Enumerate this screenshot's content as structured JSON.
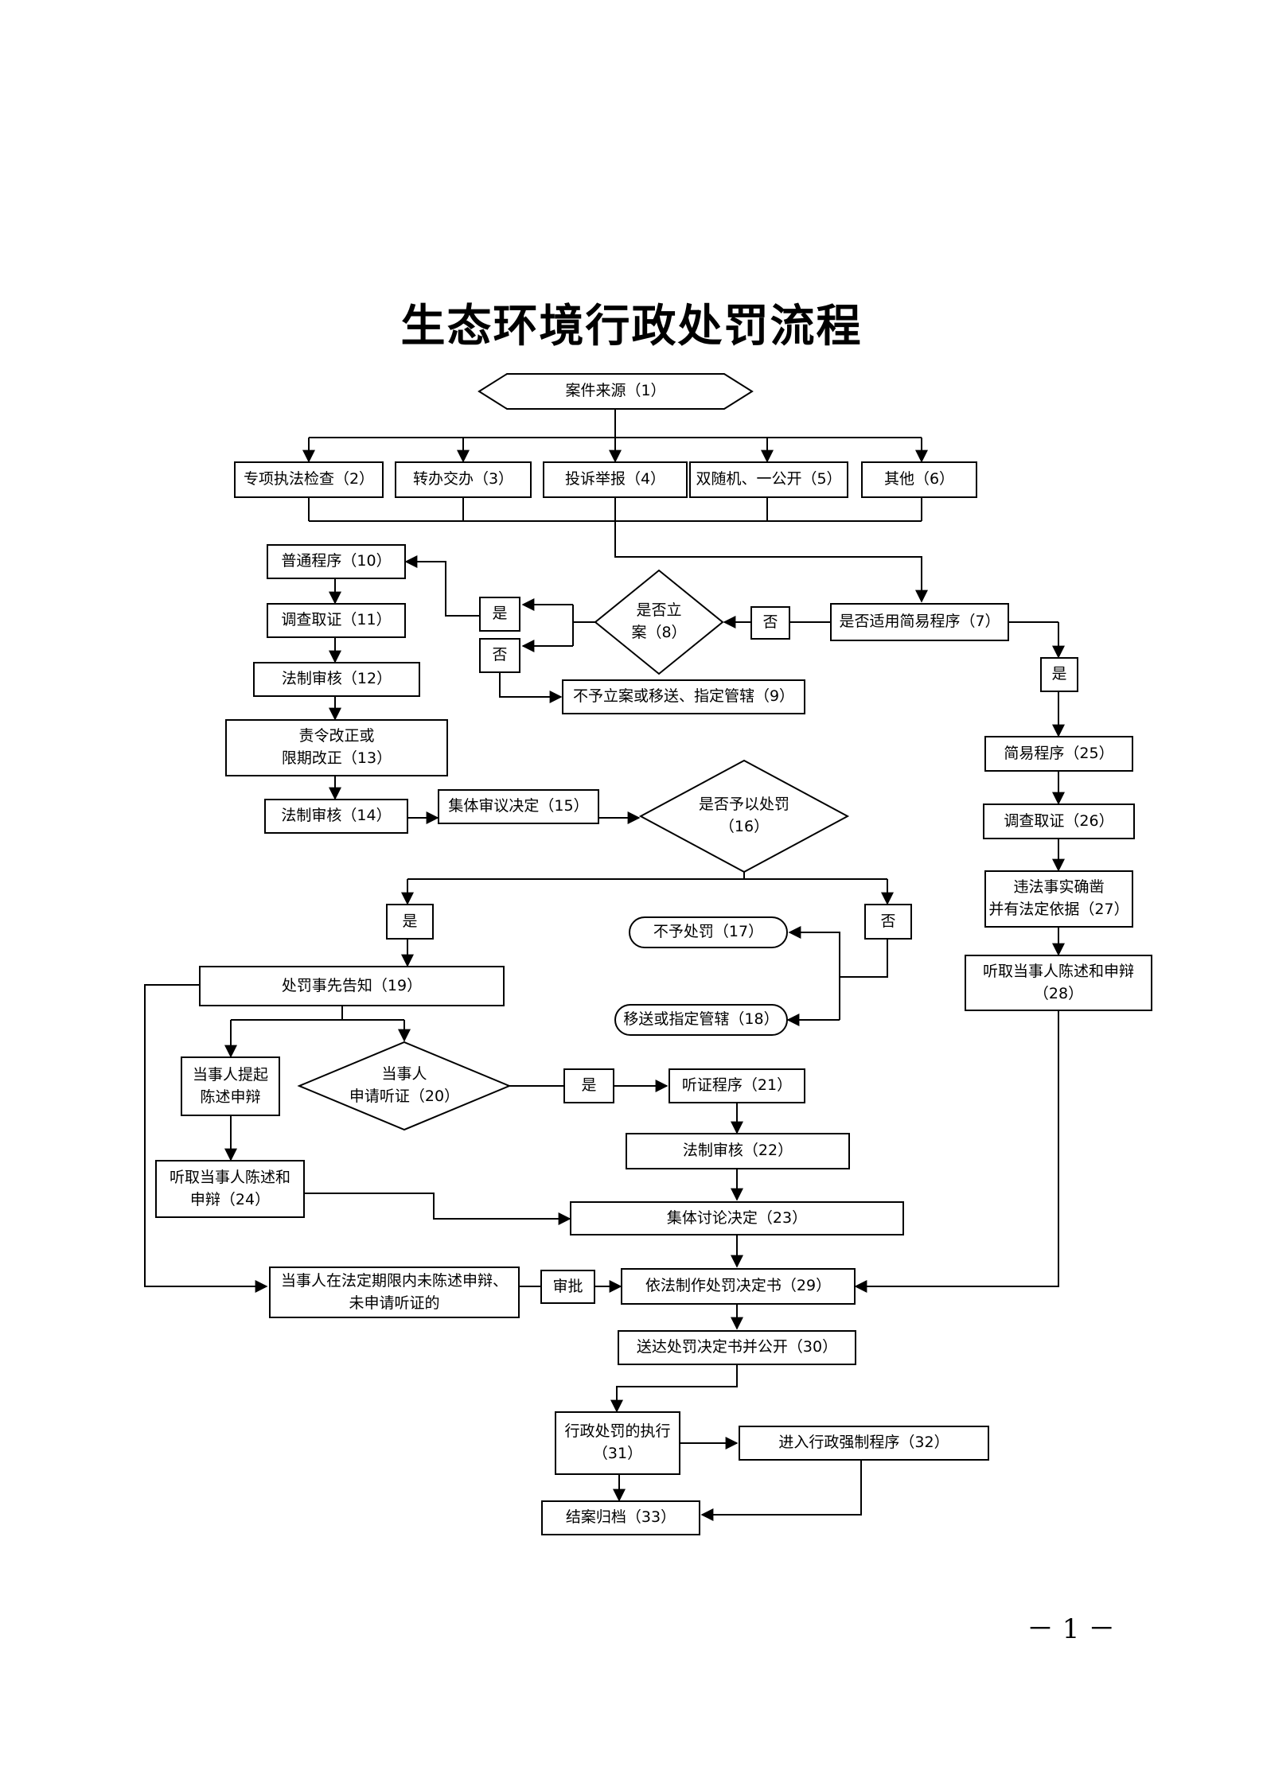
{
  "title": "生态环境行政处罚流程",
  "page_number": "－ 1 －",
  "nodes": {
    "n1": "案件来源（1）",
    "n2": "专项执法检查（2）",
    "n3": "转办交办（3）",
    "n4": "投诉举报（4）",
    "n5": "双随机、一公开（5）",
    "n6": "其他（6）",
    "n7": "是否适用简易程序（7）",
    "n8": "是否立\n案（8）",
    "n9": "不予立案或移送、指定管辖（9）",
    "n10": "普通程序（10）",
    "n11": "调查取证（11）",
    "n12": "法制审核（12）",
    "n13": "责令改正或\n限期改正（13）",
    "n14": "法制审核（14）",
    "n15": "集体审议决定（15）",
    "n16": "是否予以处罚\n（16）",
    "n17": "不予处罚（17）",
    "n18": "移送或指定管辖（18）",
    "n19": "处罚事先告知（19）",
    "n20": "当事人\n申请听证（20）",
    "n21": "听证程序（21）",
    "n22": "法制审核（22）",
    "n23": "集体讨论决定（23）",
    "n24": "听取当事人陈述和\n申辩（24）",
    "n25": "简易程序（25）",
    "n26": "调查取证（26）",
    "n27": "违法事实确凿\n并有法定依据（27）",
    "n28": "听取当事人陈述和申辩\n（28）",
    "n29": "依法制作处罚决定书（29）",
    "n30": "送达处罚决定书并公开（30）",
    "n31": "行政处罚的执行\n（31）",
    "n32": "进入行政强制程序（32）",
    "n33": "结案归档（33）",
    "n34": "当事人提起\n陈述申辩",
    "n35": "当事人在法定期限内未陈述申辩、\n未申请听证的"
  },
  "labels": {
    "yes_8": "是",
    "no_8": "否",
    "no_7": "否",
    "yes_7": "是",
    "yes_16": "是",
    "no_16": "否",
    "yes_20": "是",
    "approve": "审批"
  }
}
